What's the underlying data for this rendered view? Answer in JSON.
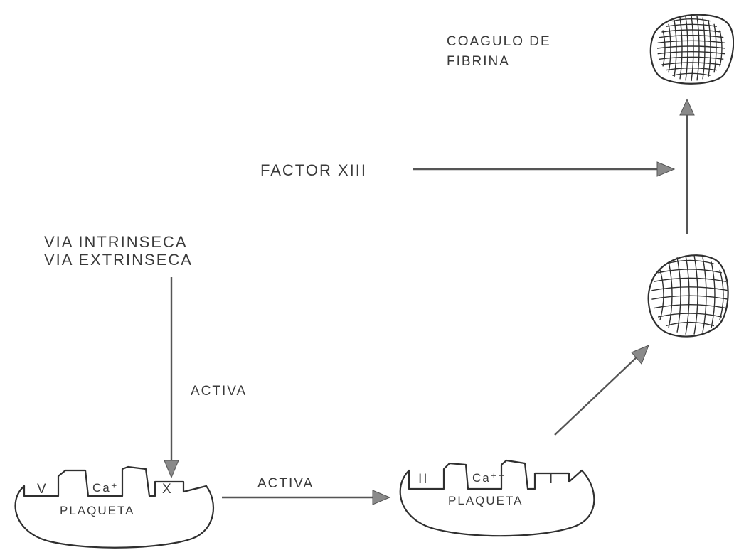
{
  "labels": {
    "clot_line1": "COAGULO DE",
    "clot_line2": "FIBRINA",
    "factor_xiii": "FACTOR XIII",
    "pathway_intrinsic": "VIA INTRINSECA",
    "pathway_extrinsic": "VIA EXTRINSECA",
    "activates_vertical": "ACTIVA",
    "activates_horizontal": "ACTIVA"
  },
  "platelet_left": {
    "label": "PLAQUETA",
    "factor_left": "V",
    "factor_middle": "Ca⁺",
    "factor_right": "X"
  },
  "platelet_right": {
    "label": "PLAQUETA",
    "factor_left": "II",
    "factor_middle": "Ca⁺⁺",
    "factor_right": "I"
  },
  "colors": {
    "ink": "#2f2f2f",
    "arrow_fill": "#8a8a8a",
    "background": "#ffffff"
  }
}
